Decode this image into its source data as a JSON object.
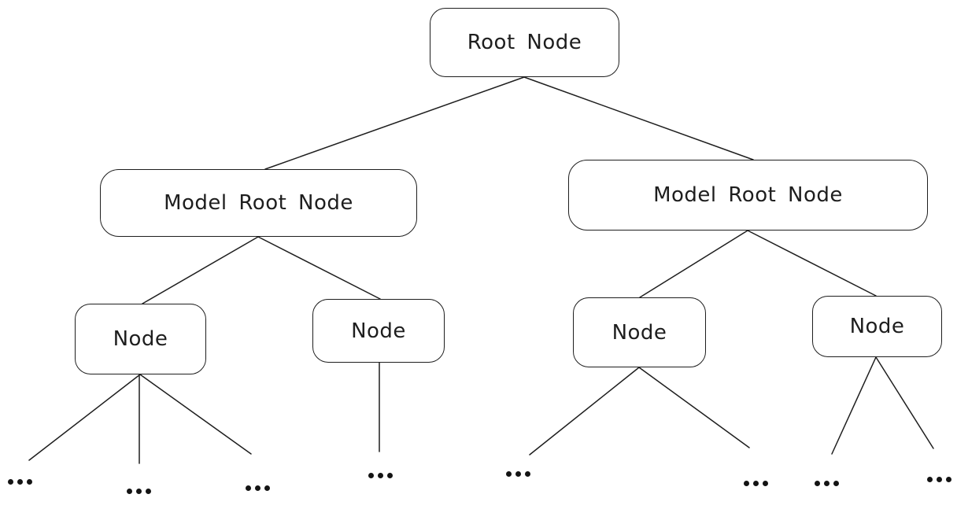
{
  "diagram": {
    "type": "tree",
    "colors": {
      "background": "#ffffff",
      "stroke": "#1e1e1e",
      "text": "#1e1e1e",
      "ellipsis_dot": "#141414"
    },
    "nodes": {
      "root": {
        "label": "Root Node"
      },
      "model_left": {
        "label": "Model Root Node"
      },
      "model_right": {
        "label": "Model Root Node"
      },
      "node_1": {
        "label": "Node"
      },
      "node_2": {
        "label": "Node"
      },
      "node_3": {
        "label": "Node"
      },
      "node_4": {
        "label": "Node"
      }
    },
    "ellipsis_symbol": "...",
    "structure": {
      "root_children": [
        "model_left",
        "model_right"
      ],
      "model_left_children": [
        "node_1",
        "node_2"
      ],
      "model_right_children": [
        "node_3",
        "node_4"
      ],
      "node_1_collapsed_children": 3,
      "node_2_collapsed_children": 1,
      "node_3_collapsed_children": 2,
      "node_4_collapsed_children": 2
    }
  }
}
